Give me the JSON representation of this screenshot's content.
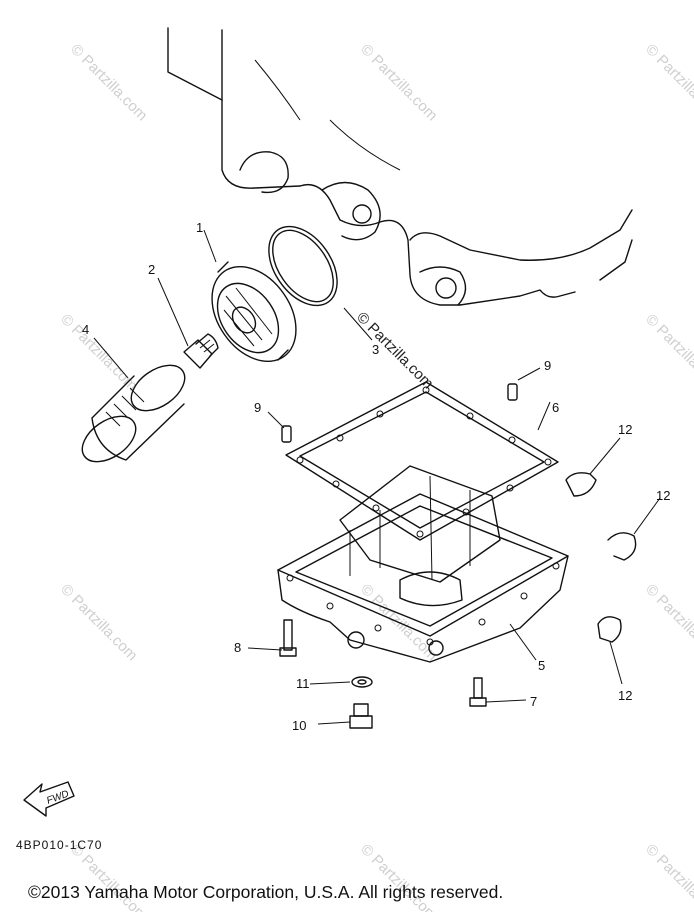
{
  "watermark": "© Partzilla.com",
  "diagram_code": "4BP010-1C70",
  "copyright": "©2013 Yamaha Motor Corporation, U.S.A. All rights reserved.",
  "fwd_label": "FWD",
  "callouts": [
    "1",
    "2",
    "3",
    "4",
    "5",
    "6",
    "7",
    "8",
    "9",
    "9",
    "10",
    "11",
    "12",
    "12",
    "12"
  ]
}
